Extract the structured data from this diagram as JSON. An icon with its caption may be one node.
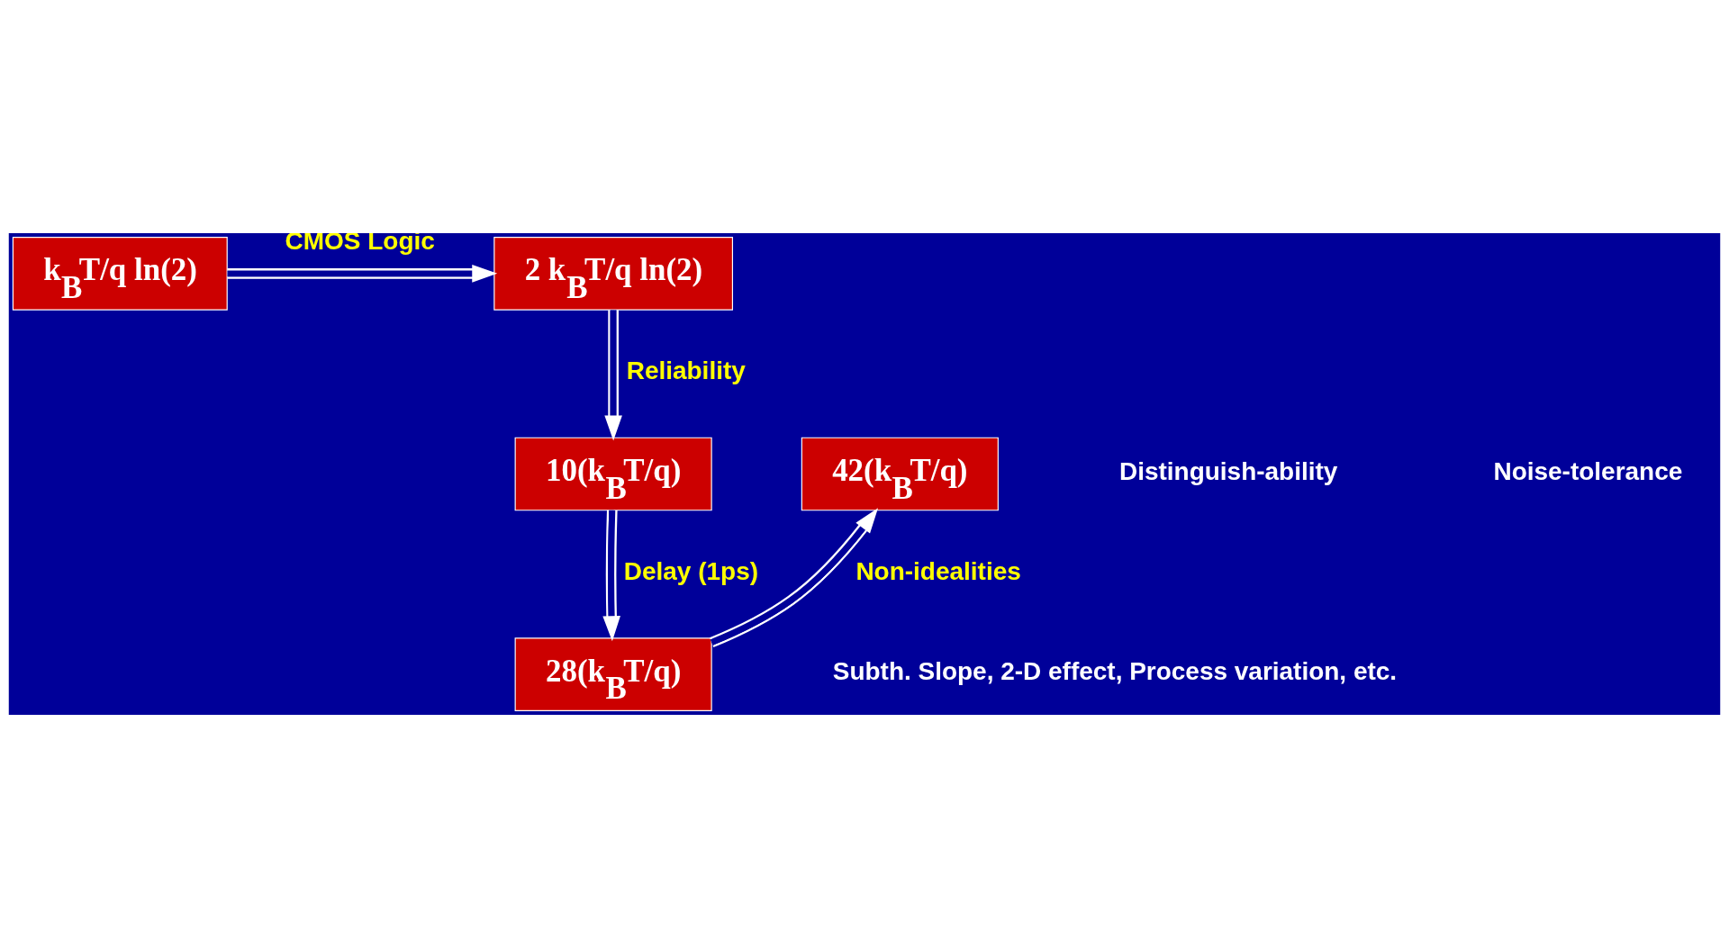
{
  "diagram": {
    "nodes": [
      {
        "text": [
          "k$_{B}$T/q ln(2)"
        ]
      },
      {
        "text": [
          "2 k$_{B}$T/q ln(2)"
        ]
      },
      {
        "text": [
          "10(k$_{B}$T/q)"
        ]
      },
      {
        "text": [
          "28(k$_{B}$T/q)"
        ]
      },
      {
        "text": [
          "42(k$_{B}$T/q)"
        ]
      }
    ],
    "edges": [
      {
        "from": 0,
        "to": 1,
        "arrow": "to",
        "label": "CMOS Logic"
      },
      {
        "from": 1,
        "to": 2,
        "arrow": "to",
        "label": "Reliability"
      },
      {
        "from": 2,
        "to": 3,
        "arrow": "to",
        "label": "Delay (1ps)"
      },
      {
        "from": 3,
        "to": 4,
        "arrow": "to",
        "label": "Non-idealities"
      }
    ],
    "labels": [
      "Distinguish-ability",
      "Noise-tolerance",
      "Subth. Slope, 2-D effect, Process variation, etc."
    ]
  }
}
